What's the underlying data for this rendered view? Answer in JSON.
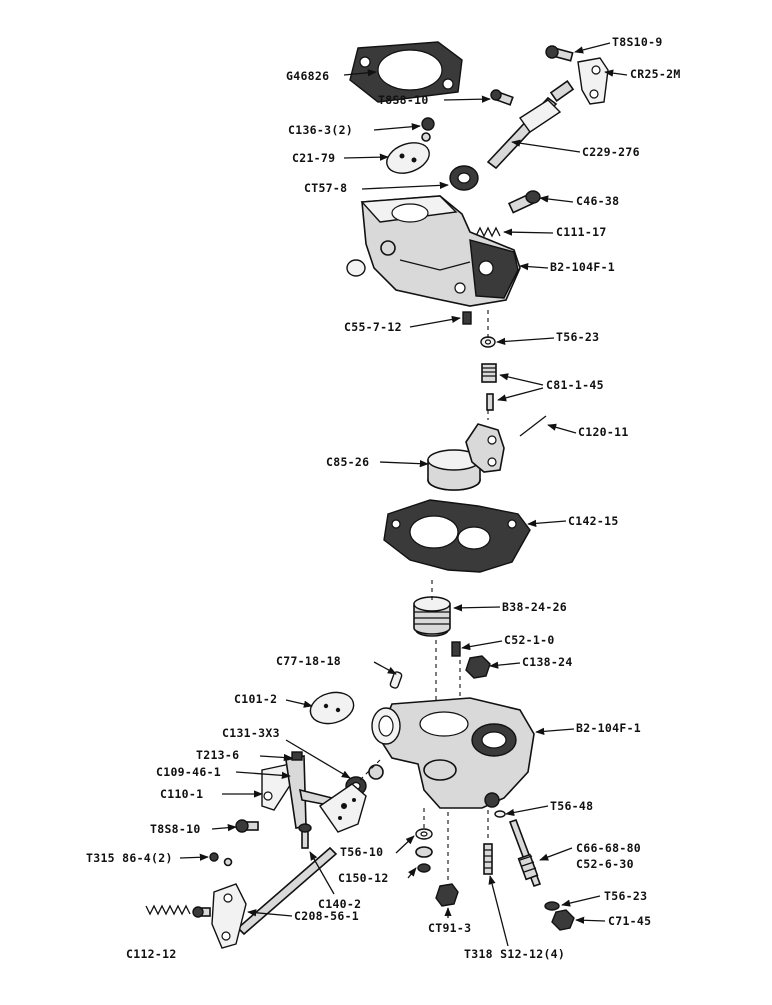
{
  "labels": {
    "g46826": "G46826",
    "t8s10_9": "T8S10-9",
    "cr25_2m": "CR25-2M",
    "t8s8_10_top": "T8S8-10",
    "c136_3": "C136-3(2)",
    "c21_79": "C21-79",
    "c229_276": "C229-276",
    "ct57_8": "CT57-8",
    "c46_38": "C46-38",
    "c111_17": "C111-17",
    "b2_104f_1_top": "B2-104F-1",
    "c55_7_12": "C55-7-12",
    "t56_23_top": "T56-23",
    "c81_1_45": "C81-1-45",
    "c120_11": "C120-11",
    "c85_26": "C85-26",
    "c142_15": "C142-15",
    "b38_24_26": "B38-24-26",
    "c52_1_0": "C52-1-0",
    "c77_18_18": "C77-18-18",
    "c138_24": "C138-24",
    "c101_2": "C101-2",
    "b2_104f_1_bottom": "B2-104F-1",
    "c131_3x3": "C131-3X3",
    "t213_6": "T213-6",
    "c109_46_1": "C109-46-1",
    "c110_1": "C110-1",
    "t56_48": "T56-48",
    "t8s8_10_bottom": "T8S8-10",
    "c66_68_80": "C66-68-80",
    "t56_10": "T56-10",
    "c52_6_30": "C52-6-30",
    "t31586_4": "T315 86-4(2)",
    "c150_12": "C150-12",
    "c140_2": "C140-2",
    "t56_23_bottom": "T56-23",
    "c208_56_1": "C208-56-1",
    "c71_45": "C71-45",
    "ct91_3": "CT91-3",
    "c112_12": "C112-12",
    "t318s12_12": "T318 S12-12(4)"
  }
}
